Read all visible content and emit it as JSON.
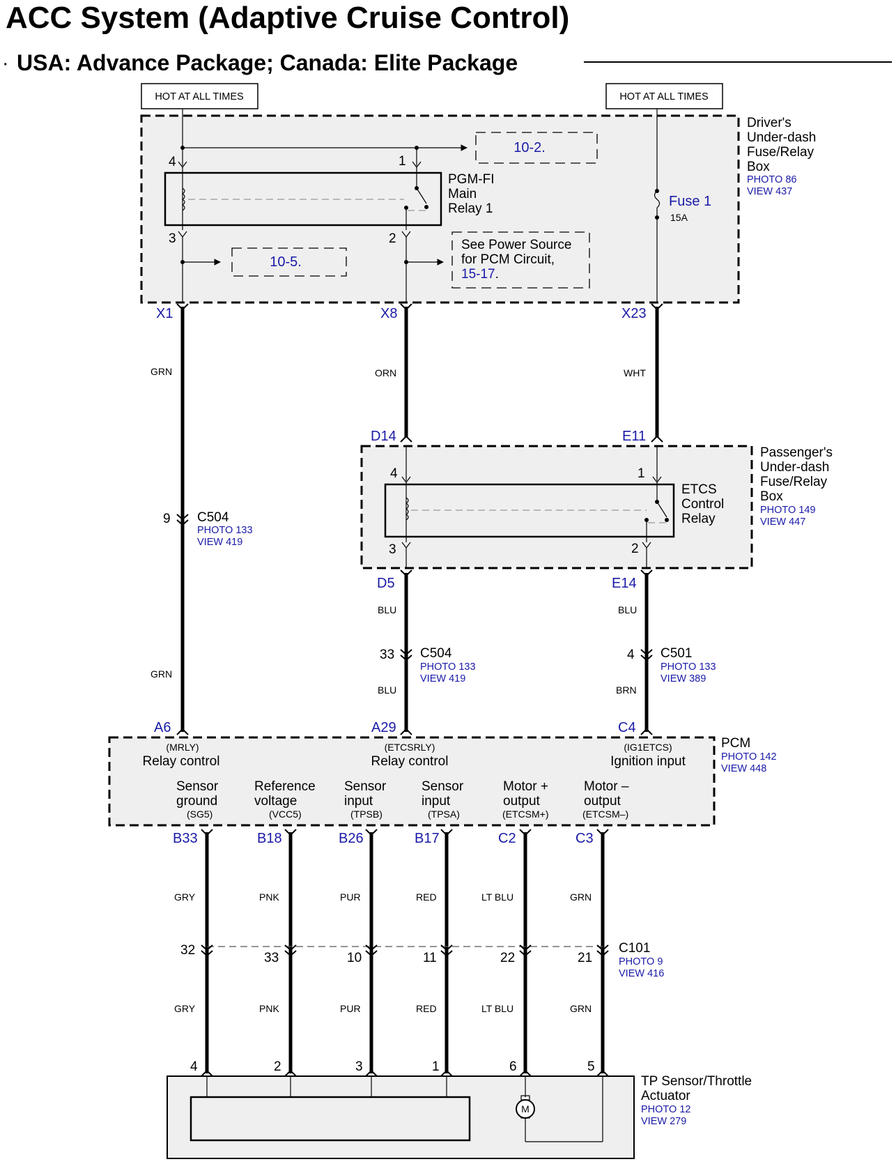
{
  "title": "ACC System (Adaptive Cruise Control)",
  "subtitle": "USA: Advance Package; Canada: Elite Package",
  "power_labels": {
    "left": "HOT AT ALL TIMES",
    "right": "HOT AT ALL TIMES"
  },
  "drivers_box": {
    "name_lines": [
      "Driver's",
      "Under-dash",
      "Fuse/Relay",
      "Box"
    ],
    "photo": "PHOTO 86",
    "view": "VIEW 437",
    "relay_lines": [
      "PGM-FI",
      "Main",
      "Relay 1"
    ],
    "relay_pins": {
      "p4": "4",
      "p1": "1",
      "p3": "3",
      "p2": "2"
    },
    "ref_10_2": "10-2.",
    "ref_10_5": "10-5.",
    "pcm_power_lines": [
      "See Power Source",
      "for PCM Circuit,"
    ],
    "pcm_power_ref": "15-17",
    "pcm_power_period": ".",
    "fuse_label": "Fuse 1",
    "fuse_rating": "15A",
    "terminals": {
      "x1": "X1",
      "x8": "X8",
      "x23": "X23"
    }
  },
  "wires_top": {
    "grn": "GRN",
    "orn": "ORN",
    "wht": "WHT"
  },
  "passengers_box": {
    "name_lines": [
      "Passenger's",
      "Under-dash",
      "Fuse/Relay",
      "Box"
    ],
    "photo": "PHOTO 149",
    "view": "VIEW 447",
    "terminals_top": {
      "d14": "D14",
      "e11": "E11"
    },
    "terminals_bottom": {
      "d5": "D5",
      "e14": "E14"
    },
    "relay_lines": [
      "ETCS",
      "Control",
      "Relay"
    ],
    "relay_pins": {
      "p4": "4",
      "p1": "1",
      "p3": "3",
      "p2": "2"
    }
  },
  "c504_left": {
    "pin": "9",
    "name": "C504",
    "photo": "PHOTO 133",
    "view": "VIEW 419"
  },
  "grn_lower": "GRN",
  "c504_mid": {
    "pin": "33",
    "name": "C504",
    "photo": "PHOTO 133",
    "view": "VIEW 419",
    "wire_top": "BLU",
    "wire_bottom": "BLU"
  },
  "c501": {
    "pin": "4",
    "name": "C501",
    "photo": "PHOTO 133",
    "view": "VIEW 389",
    "wire_top": "BLU",
    "wire_bottom": "BRN"
  },
  "pcm": {
    "name": "PCM",
    "photo": "PHOTO 142",
    "view": "VIEW 448",
    "pins_top": {
      "a6": "A6",
      "a29": "A29",
      "c4": "C4"
    },
    "inputs_top": [
      {
        "code": "(MRLY)",
        "label": "Relay control"
      },
      {
        "code": "(ETCSRLY)",
        "label": "Relay control"
      },
      {
        "code": "(IG1ETCS)",
        "label": "Ignition input"
      }
    ],
    "inputs_bottom": [
      {
        "l1": "Sensor",
        "l2": "ground",
        "code": "(SG5)"
      },
      {
        "l1": "Reference",
        "l2": "voltage",
        "code": "(VCC5)"
      },
      {
        "l1": "Sensor",
        "l2": "input",
        "code": "(TPSB)"
      },
      {
        "l1": "Sensor",
        "l2": "input",
        "code": "(TPSA)"
      },
      {
        "l1": "Motor +",
        "l2": "output",
        "code": "(ETCSM+)"
      },
      {
        "l1": "Motor –",
        "l2": "output",
        "code": "(ETCSM–)"
      }
    ],
    "pins_bottom": [
      "B33",
      "B18",
      "B26",
      "B17",
      "C2",
      "C3"
    ]
  },
  "lower_wires": {
    "colors": [
      "GRY",
      "PNK",
      "PUR",
      "RED",
      "LT BLU",
      "GRN"
    ],
    "c101_pins": [
      "32",
      "33",
      "10",
      "11",
      "22",
      "21"
    ],
    "actuator_pins": [
      "4",
      "2",
      "3",
      "1",
      "6",
      "5"
    ]
  },
  "c101": {
    "name": "C101",
    "photo": "PHOTO 9",
    "view": "VIEW 416"
  },
  "tp_sensor": {
    "name_lines": [
      "TP Sensor/Throttle",
      "Actuator"
    ],
    "photo": "PHOTO 12",
    "view": "VIEW 279",
    "motor_symbol": "M"
  }
}
